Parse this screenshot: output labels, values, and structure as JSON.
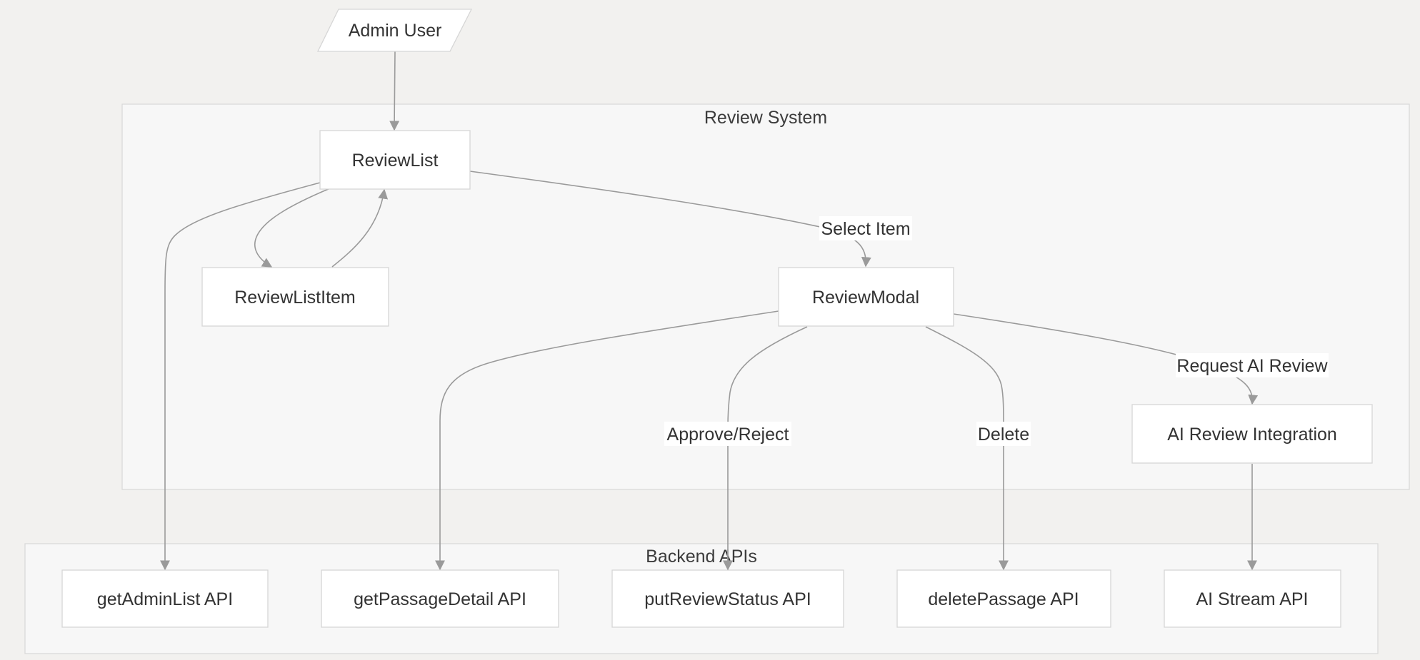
{
  "diagram": {
    "actor": {
      "label": "Admin User"
    },
    "clusters": {
      "review_system": {
        "title": "Review System"
      },
      "backend_apis": {
        "title": "Backend APIs"
      }
    },
    "nodes": {
      "review_list": "ReviewList",
      "review_list_item": "ReviewListItem",
      "review_modal": "ReviewModal",
      "ai_review_integration": "AI Review Integration",
      "get_admin_list_api": "getAdminList API",
      "get_passage_detail_api": "getPassageDetail API",
      "put_review_status_api": "putReviewStatus API",
      "delete_passage_api": "deletePassage API",
      "ai_stream_api": "AI Stream API"
    },
    "edge_labels": {
      "select_item": "Select Item",
      "approve_reject": "Approve/Reject",
      "delete": "Delete",
      "request_ai_review": "Request AI Review"
    },
    "colors": {
      "background": "#f2f1ef",
      "cluster_fill": "#f7f7f7",
      "node_fill": "#ffffff",
      "edge": "#9a9a9a"
    }
  }
}
